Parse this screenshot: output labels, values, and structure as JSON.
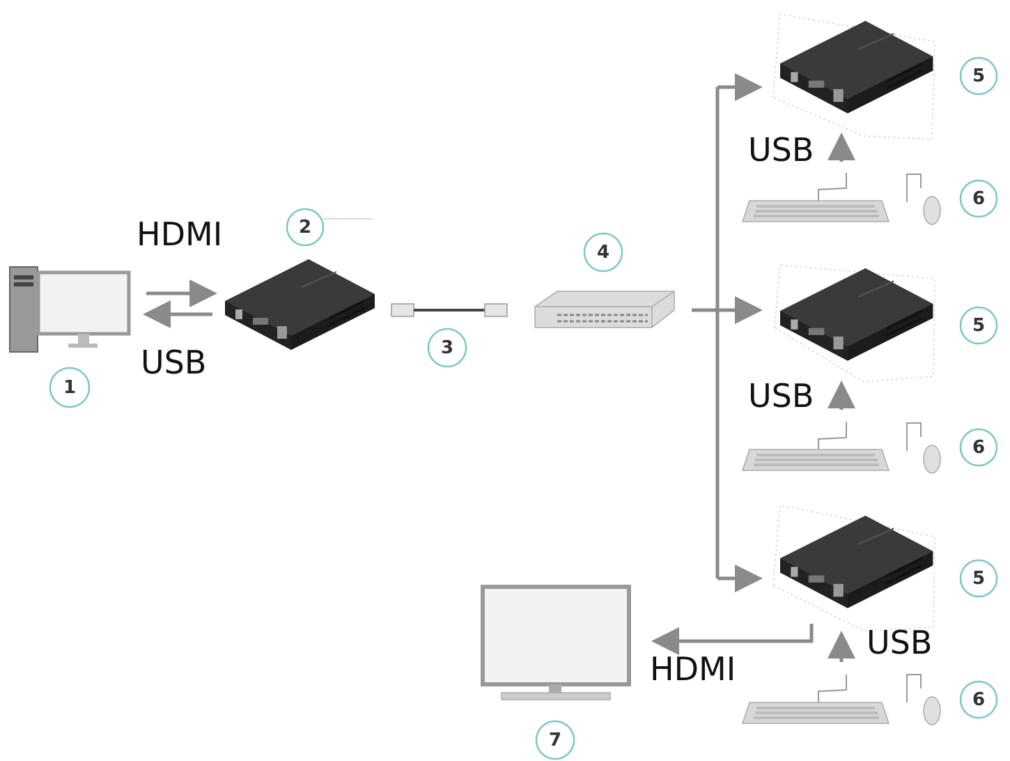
{
  "labels": {
    "hdmi_in": "HDMI",
    "usb_in": "USB",
    "usb_r1": "USB",
    "usb_r2": "USB",
    "usb_r3": "USB",
    "hdmi_out": "HDMI"
  },
  "callouts": {
    "pc": "1",
    "transmitter": "2",
    "cable": "3",
    "switch": "4",
    "receiver1": "5",
    "receiver2": "5",
    "receiver3": "5",
    "keyboard_mouse1": "6",
    "keyboard_mouse2": "6",
    "keyboard_mouse3": "6",
    "monitor": "7"
  },
  "colors": {
    "device_body": "#2b2b2b",
    "connector_line": "#8a8a8a",
    "callout_ring": "#7cc7c2",
    "screen": "#f2f2f2"
  }
}
